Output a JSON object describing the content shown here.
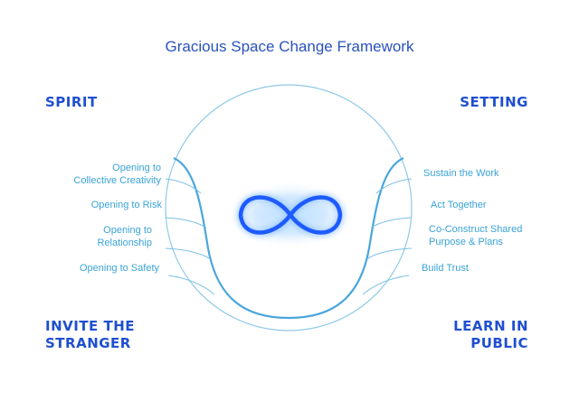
{
  "title": "Gracious Space Change Framework",
  "corners": {
    "top_left": "SPIRIT",
    "top_right": "SETTING",
    "bottom_left_line1": "INVITE THE",
    "bottom_left_line2": "STRANGER",
    "bottom_right_line1": "LEARN IN",
    "bottom_right_line2": "PUBLIC"
  },
  "left_labels": [
    {
      "line1": "Opening to",
      "line2": "Collective Creativity"
    },
    {
      "line1": "Opening to Risk",
      "line2": ""
    },
    {
      "line1": "Opening to",
      "line2": "Relationship"
    },
    {
      "line1": "Opening to Safety",
      "line2": ""
    }
  ],
  "right_labels": [
    {
      "line1": "Sustain the Work",
      "line2": ""
    },
    {
      "line1": "Act Together",
      "line2": ""
    },
    {
      "line1": "Co-Construct Shared",
      "line2": "Purpose & Plans"
    },
    {
      "line1": "Build Trust",
      "line2": ""
    }
  ],
  "colors": {
    "title": "#2a52be",
    "corner_text": "#1f4fd0",
    "label_text": "#3aa3d8",
    "circle_stroke": "#8ec9e8",
    "curve_stroke": "#4aa6dc",
    "infinity": "#1e5bff"
  }
}
